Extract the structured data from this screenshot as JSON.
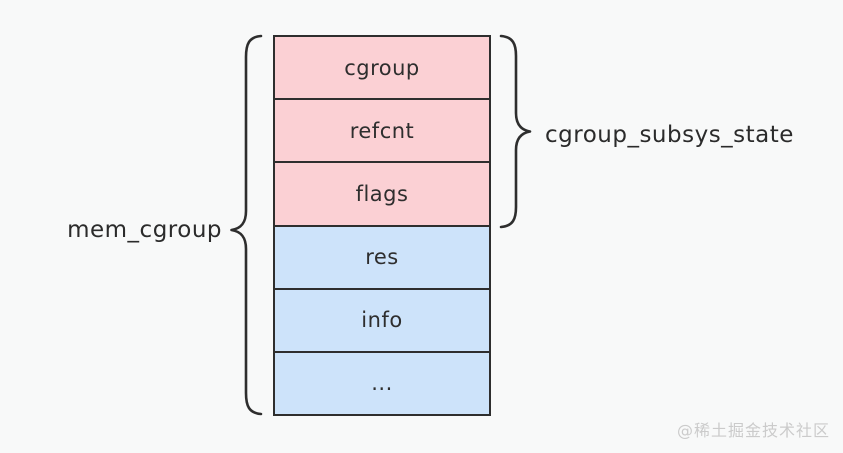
{
  "diagram": {
    "left_label": "mem_cgroup",
    "right_label": "cgroup_subsys_state",
    "rows": [
      {
        "label": "cgroup",
        "group": "subsys"
      },
      {
        "label": "refcnt",
        "group": "subsys"
      },
      {
        "label": "flags",
        "group": "subsys"
      },
      {
        "label": "res",
        "group": "mem"
      },
      {
        "label": "info",
        "group": "mem"
      },
      {
        "label": "...",
        "group": "mem"
      }
    ]
  },
  "colors": {
    "subsys": "#fbd0d4",
    "mem": "#cde3fa",
    "stroke": "#2e2e2e",
    "background": "#f8f9f9",
    "watermark": "#cbcbcb"
  },
  "watermark": "@稀土掘金技术社区"
}
